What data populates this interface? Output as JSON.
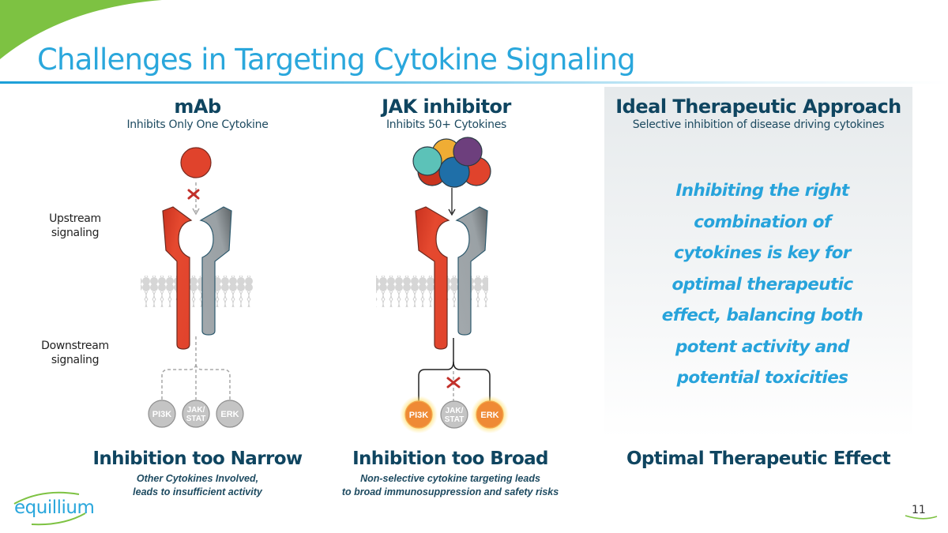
{
  "slide": {
    "title": "Challenges in Targeting Cytokine Signaling",
    "page_number": "11",
    "logo_text": "equillium",
    "colors": {
      "title_blue": "#2aa7dc",
      "heading_navy": "#0f4560",
      "brand_green": "#7dc242",
      "receptor_red": "#e0452f",
      "receptor_gray": "#9aa1a5",
      "active_orange": "#ef8a35",
      "inactive_gray": "#c4c4c4"
    }
  },
  "labels": {
    "upstream": [
      "Upstream",
      "signaling"
    ],
    "downstream": [
      "Downstream",
      "signaling"
    ]
  },
  "columns": [
    {
      "heading": "mAb",
      "subheading": "Inhibits Only One Cytokine",
      "outcome_title": "Inhibition too Narrow",
      "outcome_lines": [
        "Other Cytokines Involved,",
        "leads to insufficient activity"
      ],
      "nodes": [
        {
          "label": [
            "PI3K"
          ],
          "state": "inactive"
        },
        {
          "label": [
            "JAK/",
            "STAT"
          ],
          "state": "inactive"
        },
        {
          "label": [
            "ERK"
          ],
          "state": "inactive"
        }
      ]
    },
    {
      "heading": "JAK inhibitor",
      "subheading": "Inhibits 50+ Cytokines",
      "outcome_title": "Inhibition too Broad",
      "outcome_lines": [
        "Non-selective cytokine targeting leads",
        "to broad immunosuppression and safety risks"
      ],
      "nodes": [
        {
          "label": [
            "PI3K"
          ],
          "state": "active"
        },
        {
          "label": [
            "JAK/",
            "STAT"
          ],
          "state": "inactive"
        },
        {
          "label": [
            "ERK"
          ],
          "state": "active"
        }
      ]
    },
    {
      "heading": "Ideal Therapeutic Approach",
      "subheading": "Selective inhibition of disease driving cytokines",
      "body_lines": [
        "Inhibiting the right",
        "combination of",
        "cytokines is key for",
        "optimal therapeutic",
        "effect, balancing both",
        "potent activity and",
        "potential toxicities"
      ],
      "outcome_title": "Optimal Therapeutic Effect"
    }
  ]
}
